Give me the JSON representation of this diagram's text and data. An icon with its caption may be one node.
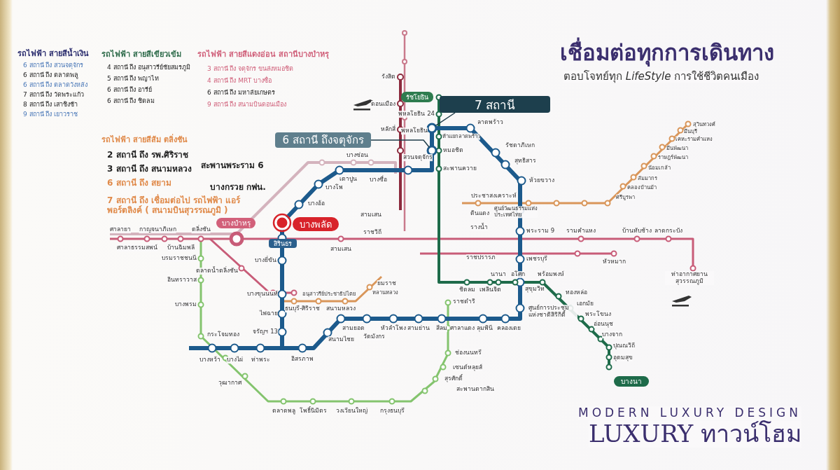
{
  "diagram": {
    "title": "เชื่อมต่อทุกการเดินทาง",
    "nodes": [
      {
        "text": [
          "6 สถานี ถึงจตุจักร"
        ]
      },
      {
        "text": [],
        "shape": "circle"
      },
      {
        "text": [
          "7 สถานี"
        ]
      },
      {
        "text": [],
        "shape": "circle"
      },
      {
        "text": [
          "บางบำหรุ"
        ]
      },
      {
        "text": [
          "บางพลัด"
        ]
      },
      {
        "text": [
          "สิรินธร"
        ]
      },
      {
        "text": [
          "รัชโยธิน"
        ]
      },
      {
        "text": [
          "บางนา"
        ]
      }
    ],
    "edges": [
      {
        "from": 0,
        "to": 3,
        "arrow": "none"
      },
      {
        "from": 2,
        "to": 1,
        "arrow": "none"
      }
    ],
    "labels": [
      "ตอบโจทย์ทุก *LifeStyle* การใช้ชีวิตคนเมือง",
      "รถไฟฟ้า สายสีน้ำเงิน",
      "6 สถานี ถึง สวนจตุจักร",
      "6 สถานี ถึง ตลาดพลู",
      "6 สถานี ถึง ตลาดวังหลัง",
      "7 สถานี ถึง วัดพระแก้ว",
      "8 สถานี ถึง เสาชิงช้า",
      "9 สถานี ถึง เยาวราช",
      "รถไฟฟ้า สายสีเขียวเข้ม",
      "4 สถานี ถึง อนุสาวรีย์ชัยสมรภูมิ",
      "5 สถานี ถึง พญาไท",
      "6 สถานี ถึง อารีย์",
      "6 สถานี ถึง ชิดลม",
      "รถไฟฟ้า สายสีแดงอ่อน สถานีบางบำหรุ",
      "3 สถานี ถึง จตุจักร ขนส่งหมอชิต",
      "4 สถานี ถึง MRT บางซื่อ",
      "6 สถานี ถึง มหาลัยเกษตร",
      "9 สถานี ถึง สนามบินดอนเมือง",
      "รถไฟฟ้า สายสีส้ม ตลิ่งชัน",
      "2 สถานี ถึง รพ.ศิริราช",
      "3 สถานี ถึง สนามหลวง",
      "6 สถานี ถึง สยาม",
      "7 สถานี ถึง เชื่อมต่อไป รถไฟฟ้า แอร์พอร์ตลิงค์ ( สนามบินสุวรรณภูมิ )",
      "รังสิต",
      "ดอนเมือง",
      "พหลโยธิน 24",
      "หลักสี่",
      "พหลโยธิน",
      "ลาดพร้าว",
      "ห้าแยกลาดพร้าว",
      "รัชดาภิเษก",
      "สวนจตุจักร",
      "หมอชิต",
      "สุทธิสาร",
      "สะพานพระราม 6",
      "บางซ่อน",
      "สะพานควาย",
      "เตาปูน",
      "บางซื่อ",
      "ห้วยขวาง",
      "บางกรวย กฟน.",
      "บางโพ",
      "ประชาสงเคราะห์",
      "บางอ้อ",
      "สามเสน",
      "ดินแดง",
      "ศูนย์วัฒนธรรมแห่งประเทศไทย",
      "ศาลายา",
      "กาญจนาภิเษก",
      "ตลิ่งชัน",
      "ราชวิถี",
      "รางน้ำ",
      "พระราม 9",
      "รามคำแหง",
      "บ้านทับช้าง",
      "ลาดกระบัง",
      "ศาลาธรรมสพน์",
      "บ้านฉิมพลี",
      "สามเสน",
      "ราชปรารภ",
      "เพชรบุรี",
      "หัวหมาก",
      "บรมราชชนนี",
      "บางยี่ขัน",
      "ตลาดน้ำตลิ่งชัน",
      "อินทราวาส",
      "นานา",
      "อโศก",
      "พร้อมพงษ์",
      "ท่าอากาศยาน สุวรรณภูมิ",
      "ยมราช",
      "บางขุนนนท์",
      "อนุสาวรีย์ประชาธิปไตย",
      "หลานหลวง",
      "ชิดลม",
      "เพลินจิต",
      "สุขุมวิท",
      "ทองหล่อ",
      "ธนบุรี-ศิริราช",
      "สนามหลวง",
      "บางพรม",
      "ไฟฉาย",
      "ราชดำริ",
      "เอกมัย",
      "ศูนย์การประชุมแห่งชาติสิริกิติ์",
      "พระโขนง",
      "อ่อนนุช",
      "จรัญฯ 13",
      "สามยอด",
      "วัดมังกร",
      "หัวลำโพง",
      "สามย่าน",
      "สีลม",
      "ศาลาแดง",
      "ลุมพินี",
      "คลองเตย",
      "บางจาก",
      "กระโจมทอง",
      "สนามไชย",
      "ปุณณวิถี",
      "บางหว้า",
      "บางไผ่",
      "ท่าพระ",
      "อิสรภาพ",
      "ช่องนนทรี",
      "อุดมสุข",
      "เซนต์หลุยส์",
      "สุรศักดิ์",
      "วุฒากาศ",
      "สะพานตากสิน",
      "ตลาดพลู",
      "โพธิ์นิมิตร",
      "วงเวียนใหญ่",
      "กรุงธนบุรี",
      "สุวินทวงศ์",
      "มีนบุรี",
      "เคหะรามคำแหง",
      "มีนพัฒนา",
      "ราษฎร์พัฒนา",
      "น้อมเกล้า",
      "สัมมากร",
      "คลองบ้านม้า",
      "ศรีบูรพา",
      "MODERN LUXURY DESIGN",
      "LUXURY ทาวน์โฮม"
    ]
  }
}
